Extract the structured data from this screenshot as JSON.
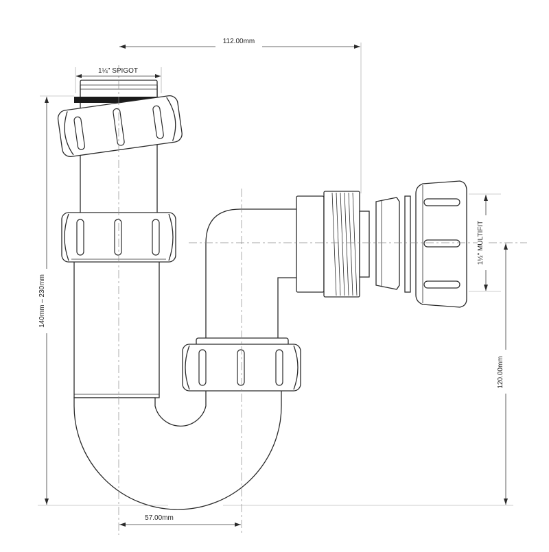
{
  "dimensions": {
    "top_width": "112.00mm",
    "spigot": "1¼\" SPIGOT",
    "overall_height": "140mm – 230mm",
    "multifit": "1½\" MULTIFIT",
    "outlet_height": "120.00mm",
    "bottom_offset": "57.00mm"
  }
}
